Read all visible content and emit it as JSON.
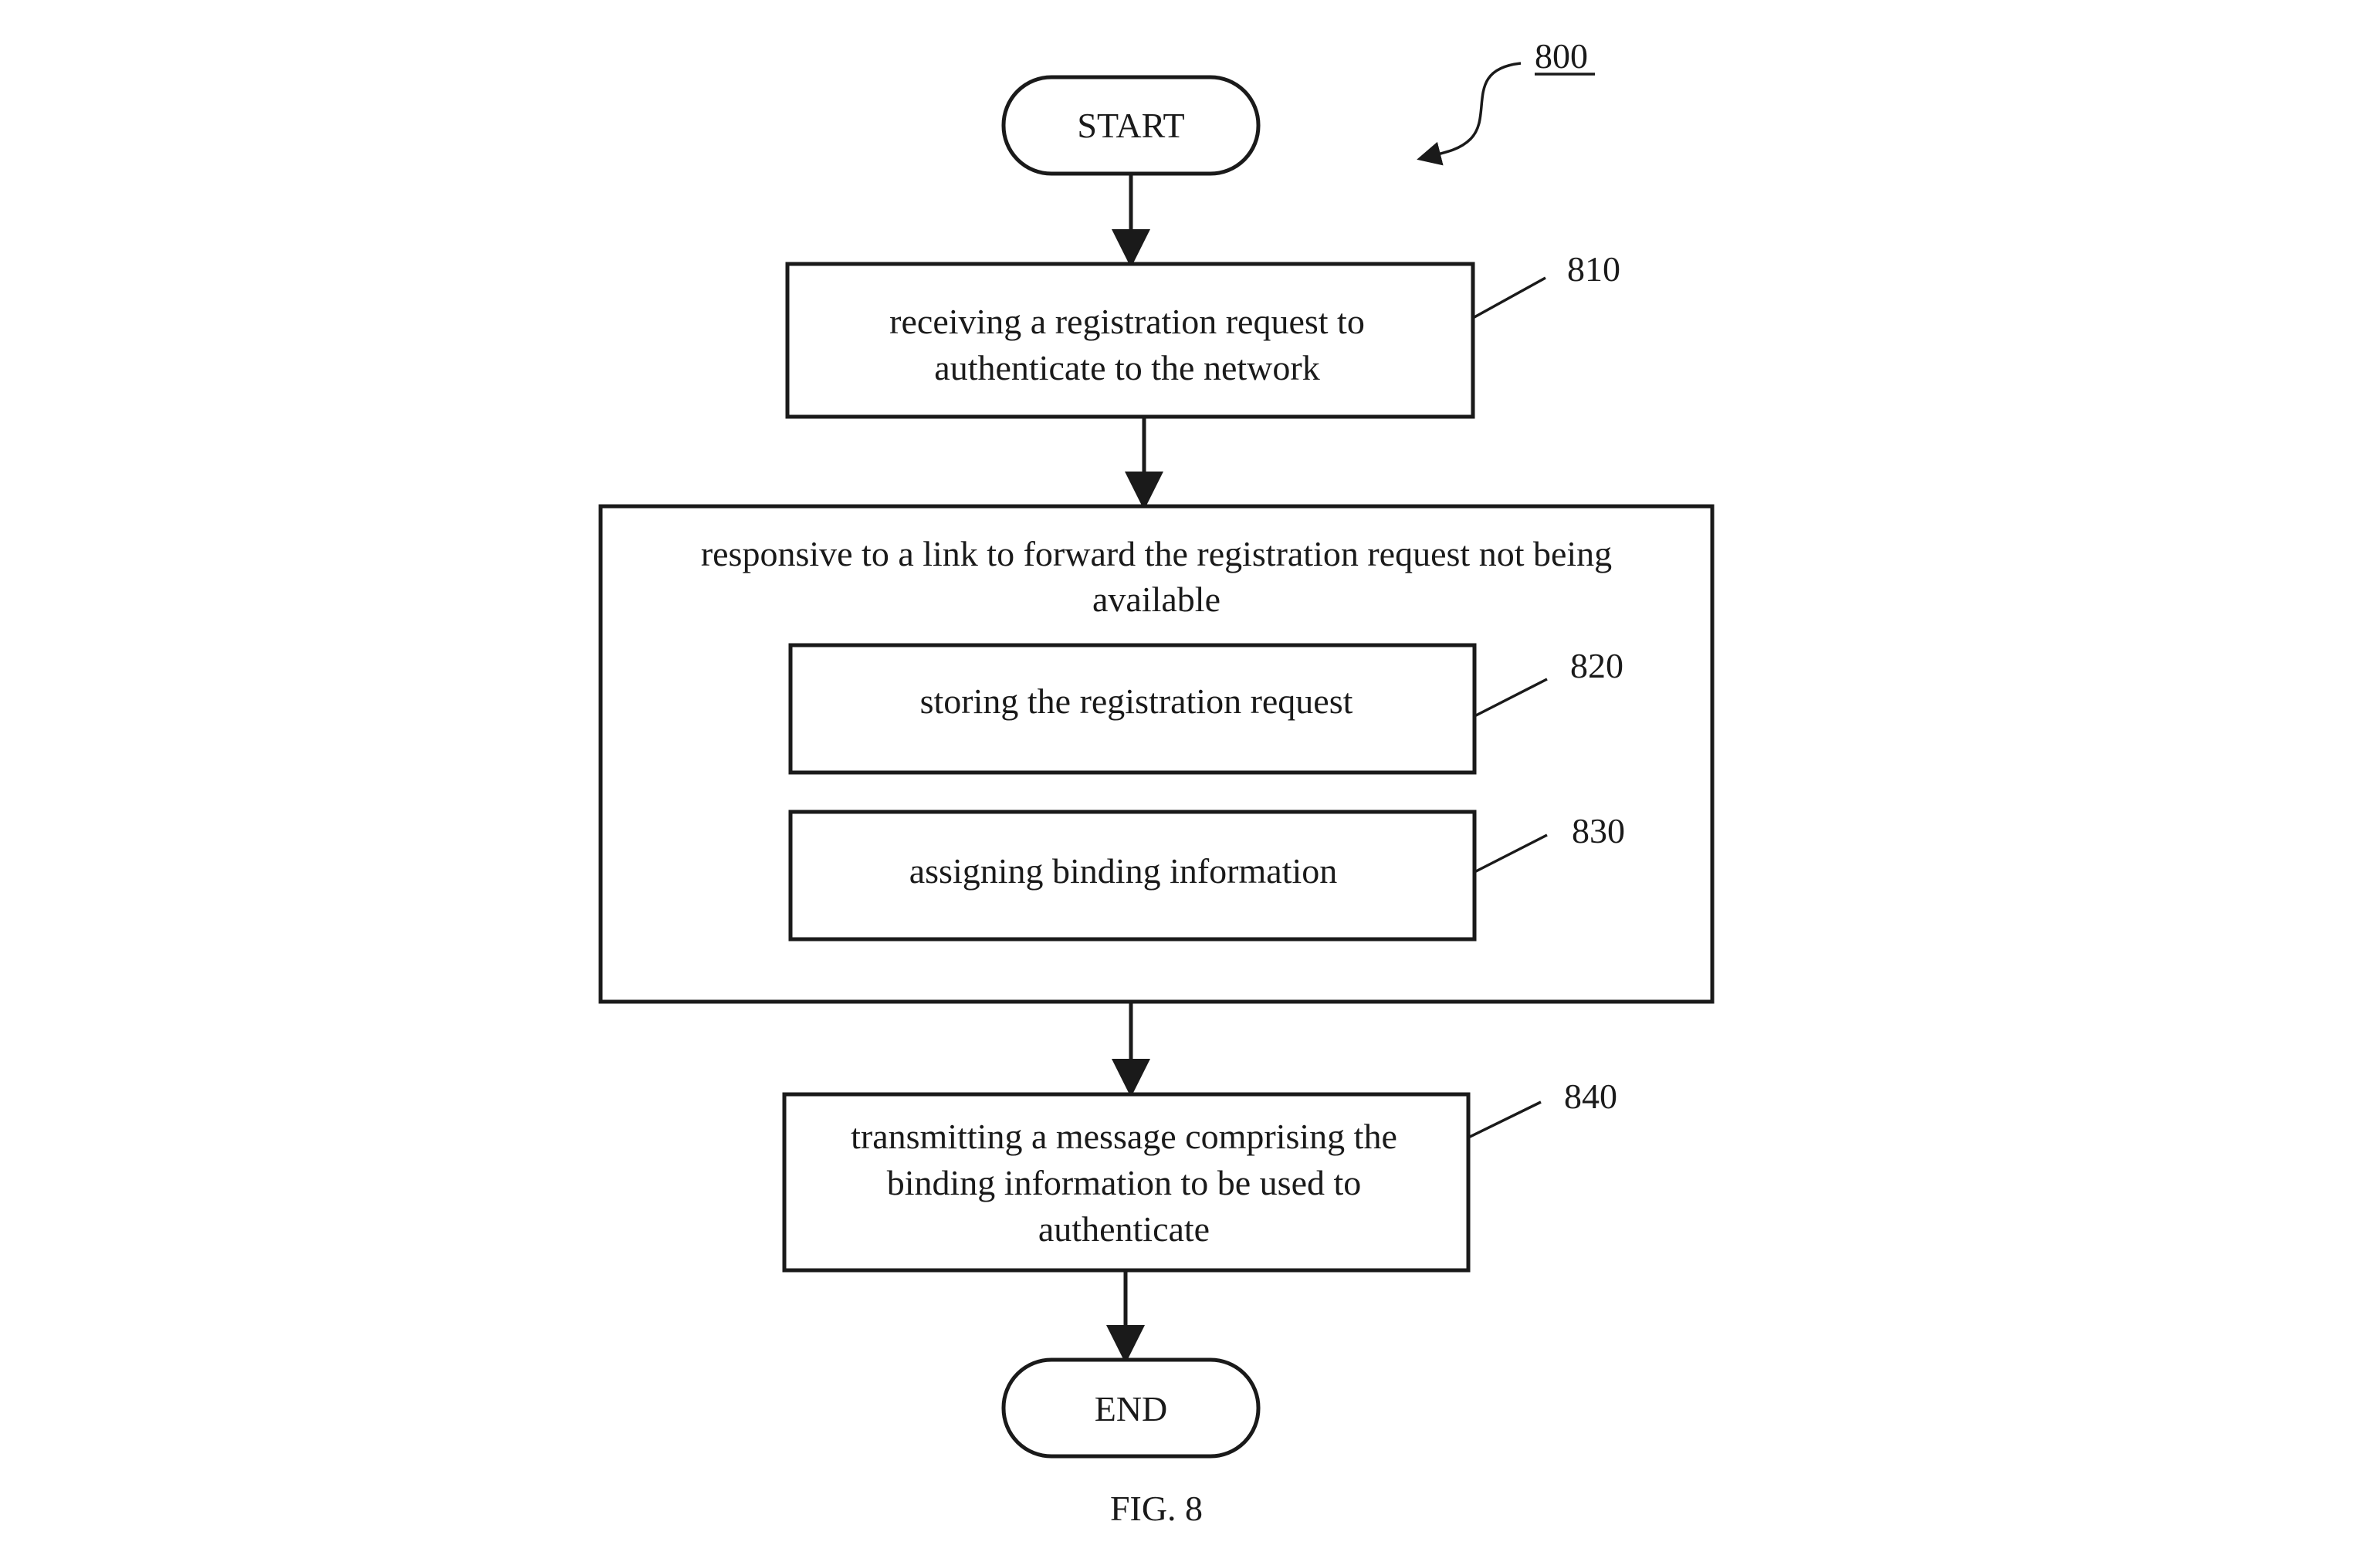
{
  "figure": {
    "ref_number": "800",
    "caption": "FIG. 8"
  },
  "nodes": {
    "start": {
      "label": "START"
    },
    "step_810": {
      "ref": "810",
      "lines": [
        "receiving a registration request to",
        "authenticate to the network"
      ]
    },
    "group": {
      "lines": [
        "responsive to a link to forward the registration request not being",
        "available"
      ]
    },
    "step_820": {
      "ref": "820",
      "lines": [
        "storing the registration request"
      ]
    },
    "step_830": {
      "ref": "830",
      "lines": [
        "assigning binding information"
      ]
    },
    "step_840": {
      "ref": "840",
      "lines": [
        "transmitting a message comprising the",
        "binding information to be used to",
        "authenticate"
      ]
    },
    "end": {
      "label": "END"
    }
  }
}
